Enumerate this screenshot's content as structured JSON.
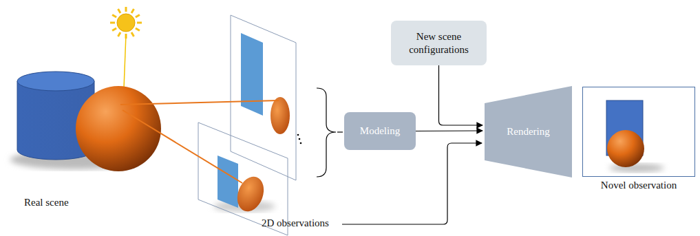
{
  "diagram": {
    "nodes": [
      {
        "text": [
          "New scene configurations"
        ]
      },
      {
        "text": [
          "Modeling"
        ]
      },
      {
        "text": [
          "Rendering"
        ]
      },
      {
        "text": [
          "Novel observation"
        ]
      }
    ],
    "edges": [
      {
        "from": 0,
        "to": 2,
        "arrow": "to"
      },
      {
        "from": 1,
        "to": 2,
        "arrow": "to"
      }
    ],
    "labels": [
      "Real scene",
      "2D observations"
    ]
  }
}
